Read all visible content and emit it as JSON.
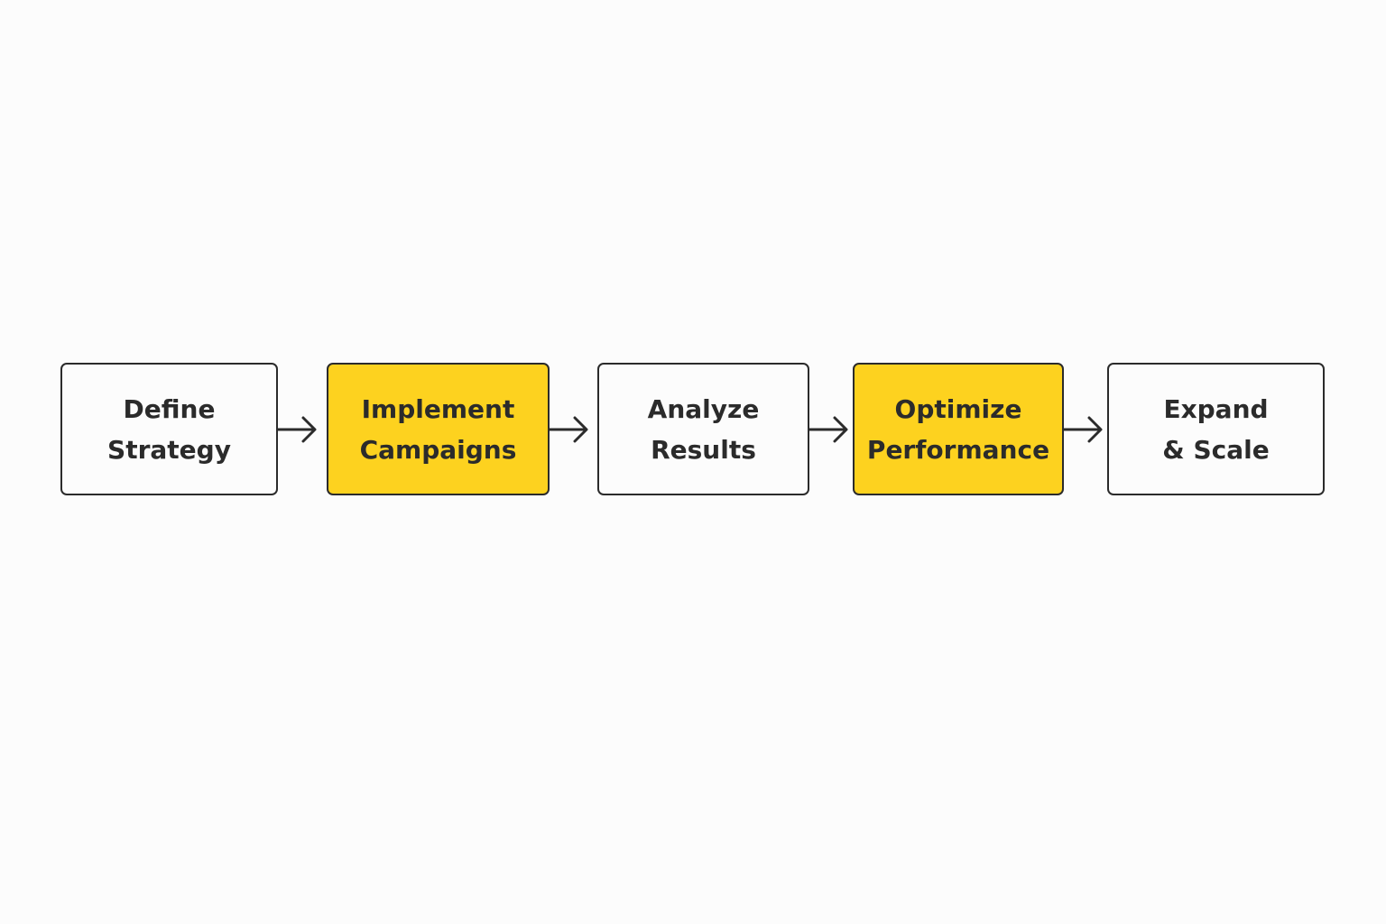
{
  "diagram": {
    "steps": [
      {
        "line1": "Define",
        "line2": "Strategy",
        "highlighted": false
      },
      {
        "line1": "Implement",
        "line2": "Campaigns",
        "highlighted": true
      },
      {
        "line1": "Analyze",
        "line2": "Results",
        "highlighted": false
      },
      {
        "line1": "Optimize",
        "line2": "Performance",
        "highlighted": true
      },
      {
        "line1": "Expand",
        "line2": "& Scale",
        "highlighted": false
      }
    ],
    "colors": {
      "highlight": "#fdd21f",
      "border": "#2b2b2b",
      "background": "#fcfcfc"
    },
    "connector_icon": "right-arrow-icon"
  }
}
